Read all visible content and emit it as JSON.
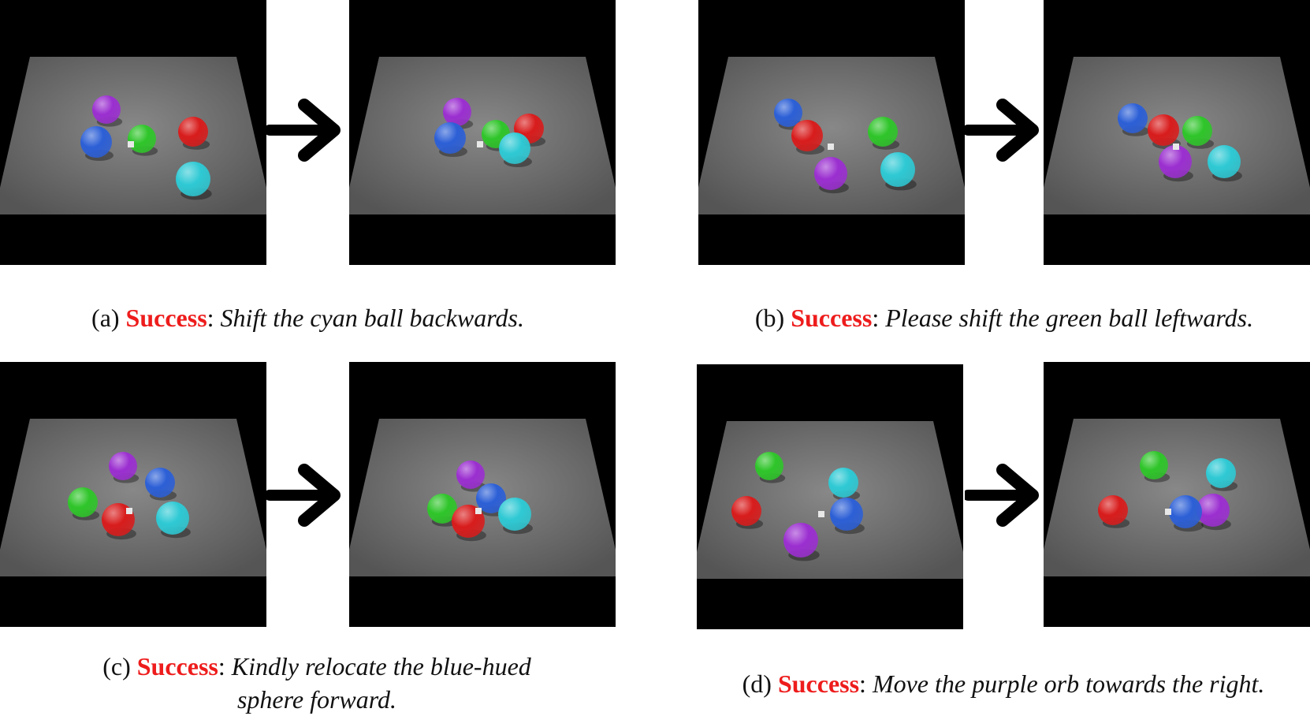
{
  "panels": [
    {
      "label": "(a)",
      "status": "Success",
      "instruction": "Shift the cyan ball backwards.",
      "before_balls": [
        {
          "color": "#9b2fd0"
        },
        {
          "color": "#2c5fd6"
        },
        {
          "color": "#2fc52a"
        },
        {
          "color": "#d81c1c"
        },
        {
          "color": "#2ec9d4"
        }
      ],
      "after_balls": [
        {
          "color": "#9b2fd0"
        },
        {
          "color": "#2c5fd6"
        },
        {
          "color": "#2fc52a"
        },
        {
          "color": "#d81c1c"
        },
        {
          "color": "#2ec9d4"
        }
      ]
    },
    {
      "label": "(b)",
      "status": "Success",
      "instruction": "Please shift the green ball leftwards.",
      "before_balls": [
        {
          "color": "#2c5fd6"
        },
        {
          "color": "#d81c1c"
        },
        {
          "color": "#9b2fd0"
        },
        {
          "color": "#2fc52a"
        },
        {
          "color": "#2ec9d4"
        }
      ],
      "after_balls": [
        {
          "color": "#2c5fd6"
        },
        {
          "color": "#d81c1c"
        },
        {
          "color": "#2fc52a"
        },
        {
          "color": "#9b2fd0"
        },
        {
          "color": "#2ec9d4"
        }
      ]
    },
    {
      "label": "(c)",
      "status": "Success",
      "instruction": "Kindly relocate the blue-hued",
      "instruction_line2": "sphere forward.",
      "before_balls": [
        {
          "color": "#9b2fd0"
        },
        {
          "color": "#2c5fd6"
        },
        {
          "color": "#2fc52a"
        },
        {
          "color": "#d81c1c"
        },
        {
          "color": "#2ec9d4"
        }
      ],
      "after_balls": [
        {
          "color": "#9b2fd0"
        },
        {
          "color": "#2c5fd6"
        },
        {
          "color": "#2fc52a"
        },
        {
          "color": "#d81c1c"
        },
        {
          "color": "#2ec9d4"
        }
      ]
    },
    {
      "label": "(d)",
      "status": "Success",
      "instruction": "Move the purple orb towards the right.",
      "before_balls": [
        {
          "color": "#2fc52a"
        },
        {
          "color": "#2ec9d4"
        },
        {
          "color": "#d81c1c"
        },
        {
          "color": "#2c5fd6"
        },
        {
          "color": "#9b2fd0"
        }
      ],
      "after_balls": [
        {
          "color": "#2fc52a"
        },
        {
          "color": "#2ec9d4"
        },
        {
          "color": "#d81c1c"
        },
        {
          "color": "#9b2fd0"
        },
        {
          "color": "#2c5fd6"
        }
      ]
    }
  ],
  "colors": {
    "status": "#ee1c1c",
    "floor": "#6e6e6e",
    "background": "#000000"
  },
  "icons": {
    "transition": "arrow-right-icon"
  }
}
